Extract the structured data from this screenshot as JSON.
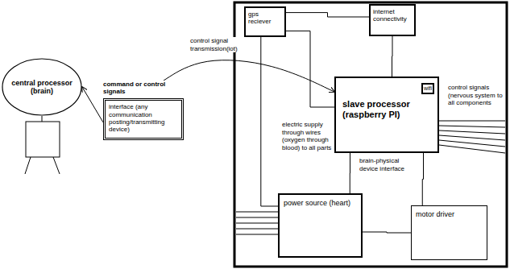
{
  "diagram": {
    "nodes": [
      {
        "text": [
          "central processor (brain)"
        ]
      },
      {
        "text": [
          "command or control signals",
          "interface (any communication posting/transmitting device)"
        ]
      },
      {
        "text": [
          "gps reciever"
        ]
      },
      {
        "text": [
          "internet connectivity"
        ]
      },
      {
        "text": [
          "slave processor (raspberry PI)"
        ]
      },
      {
        "text": [
          "wifi"
        ],
        "in": 4
      },
      {
        "text": [
          "power source (heart)"
        ]
      },
      {
        "text": [
          "motor driver"
        ]
      }
    ],
    "edges": [
      {
        "from": 1,
        "to": 0,
        "arrow": "to"
      },
      {
        "from": 1,
        "to": 4,
        "label": "control signal transmission(iot)",
        "arrow": "to"
      },
      {
        "from": 2,
        "to": 4,
        "arrow": "none"
      },
      {
        "from": 3,
        "to": 4,
        "arrow": "none"
      },
      {
        "from": 6,
        "to": 4,
        "arrow": "none"
      },
      {
        "from": 6,
        "to": 7,
        "arrow": "none"
      },
      {
        "from": 4,
        "to": 7,
        "arrow": "none"
      },
      {
        "from": 2,
        "to": 6,
        "arrow": "none"
      },
      {
        "from": 2,
        "to": 3,
        "arrow": "none"
      }
    ],
    "labels": [
      "electric supply through wires (oxygen through blood) to all parts",
      "brain-physical device interface",
      "control signals (nervous system to all components"
    ]
  }
}
